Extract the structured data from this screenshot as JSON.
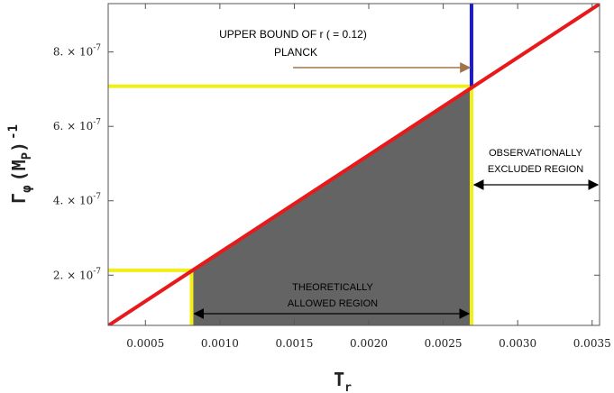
{
  "chart_data": {
    "type": "line",
    "xlabel_main": "T",
    "xlabel_sub": "r",
    "ylabel_main": "Γ",
    "ylabel_sub": "φ",
    "ylabel_paren": "(M",
    "ylabel_paren_sub": "P",
    "ylabel_close": ")",
    "ylabel_exp": "-1",
    "xlim": [
      0.00025,
      0.00355
    ],
    "ylim": [
      6.5e-08,
      9.3e-07
    ],
    "x_ticks": [
      {
        "value": 0.0005,
        "label": "0.0005"
      },
      {
        "value": 0.001,
        "label": "0.0010"
      },
      {
        "value": 0.0015,
        "label": "0.0015"
      },
      {
        "value": 0.002,
        "label": "0.0020"
      },
      {
        "value": 0.0025,
        "label": "0.0025"
      },
      {
        "value": 0.003,
        "label": "0.0030"
      },
      {
        "value": 0.0035,
        "label": "0.0035"
      }
    ],
    "y_ticks": [
      {
        "value": 2e-07,
        "mant": "2.",
        "exp": "-7"
      },
      {
        "value": 4e-07,
        "mant": "4.",
        "exp": "-7"
      },
      {
        "value": 6e-07,
        "mant": "6.",
        "exp": "-7"
      },
      {
        "value": 8e-07,
        "mant": "8.",
        "exp": "-7"
      }
    ],
    "line": {
      "color": "#e8191b",
      "points": [
        [
          0.00025,
          6.45e-08
        ],
        [
          0.00355,
          9.29e-07
        ]
      ]
    },
    "lower_bound": {
      "x": 0.00081,
      "y": 2.13e-07,
      "color": "#f2ee1a"
    },
    "upper_bound": {
      "x": 0.00269,
      "y": 7.08e-07,
      "color": "#f2ee1a"
    },
    "planck_line": {
      "x": 0.00269,
      "color": "#1a1ad6"
    },
    "allowed_fill": "#646464",
    "annotations": {
      "upper_bound_line1": "UPPER BOUND OF r ( = 0.12)",
      "upper_bound_line2": "PLANCK",
      "excluded_line1": "OBSERVATIONALLY",
      "excluded_line2": "EXCLUDED REGION",
      "allowed_line1": "THEORETICALLY",
      "allowed_line2": "ALLOWED REGION"
    },
    "brown_arrow_color": "#a0744b",
    "times_symbol": "×",
    "base": "10"
  }
}
